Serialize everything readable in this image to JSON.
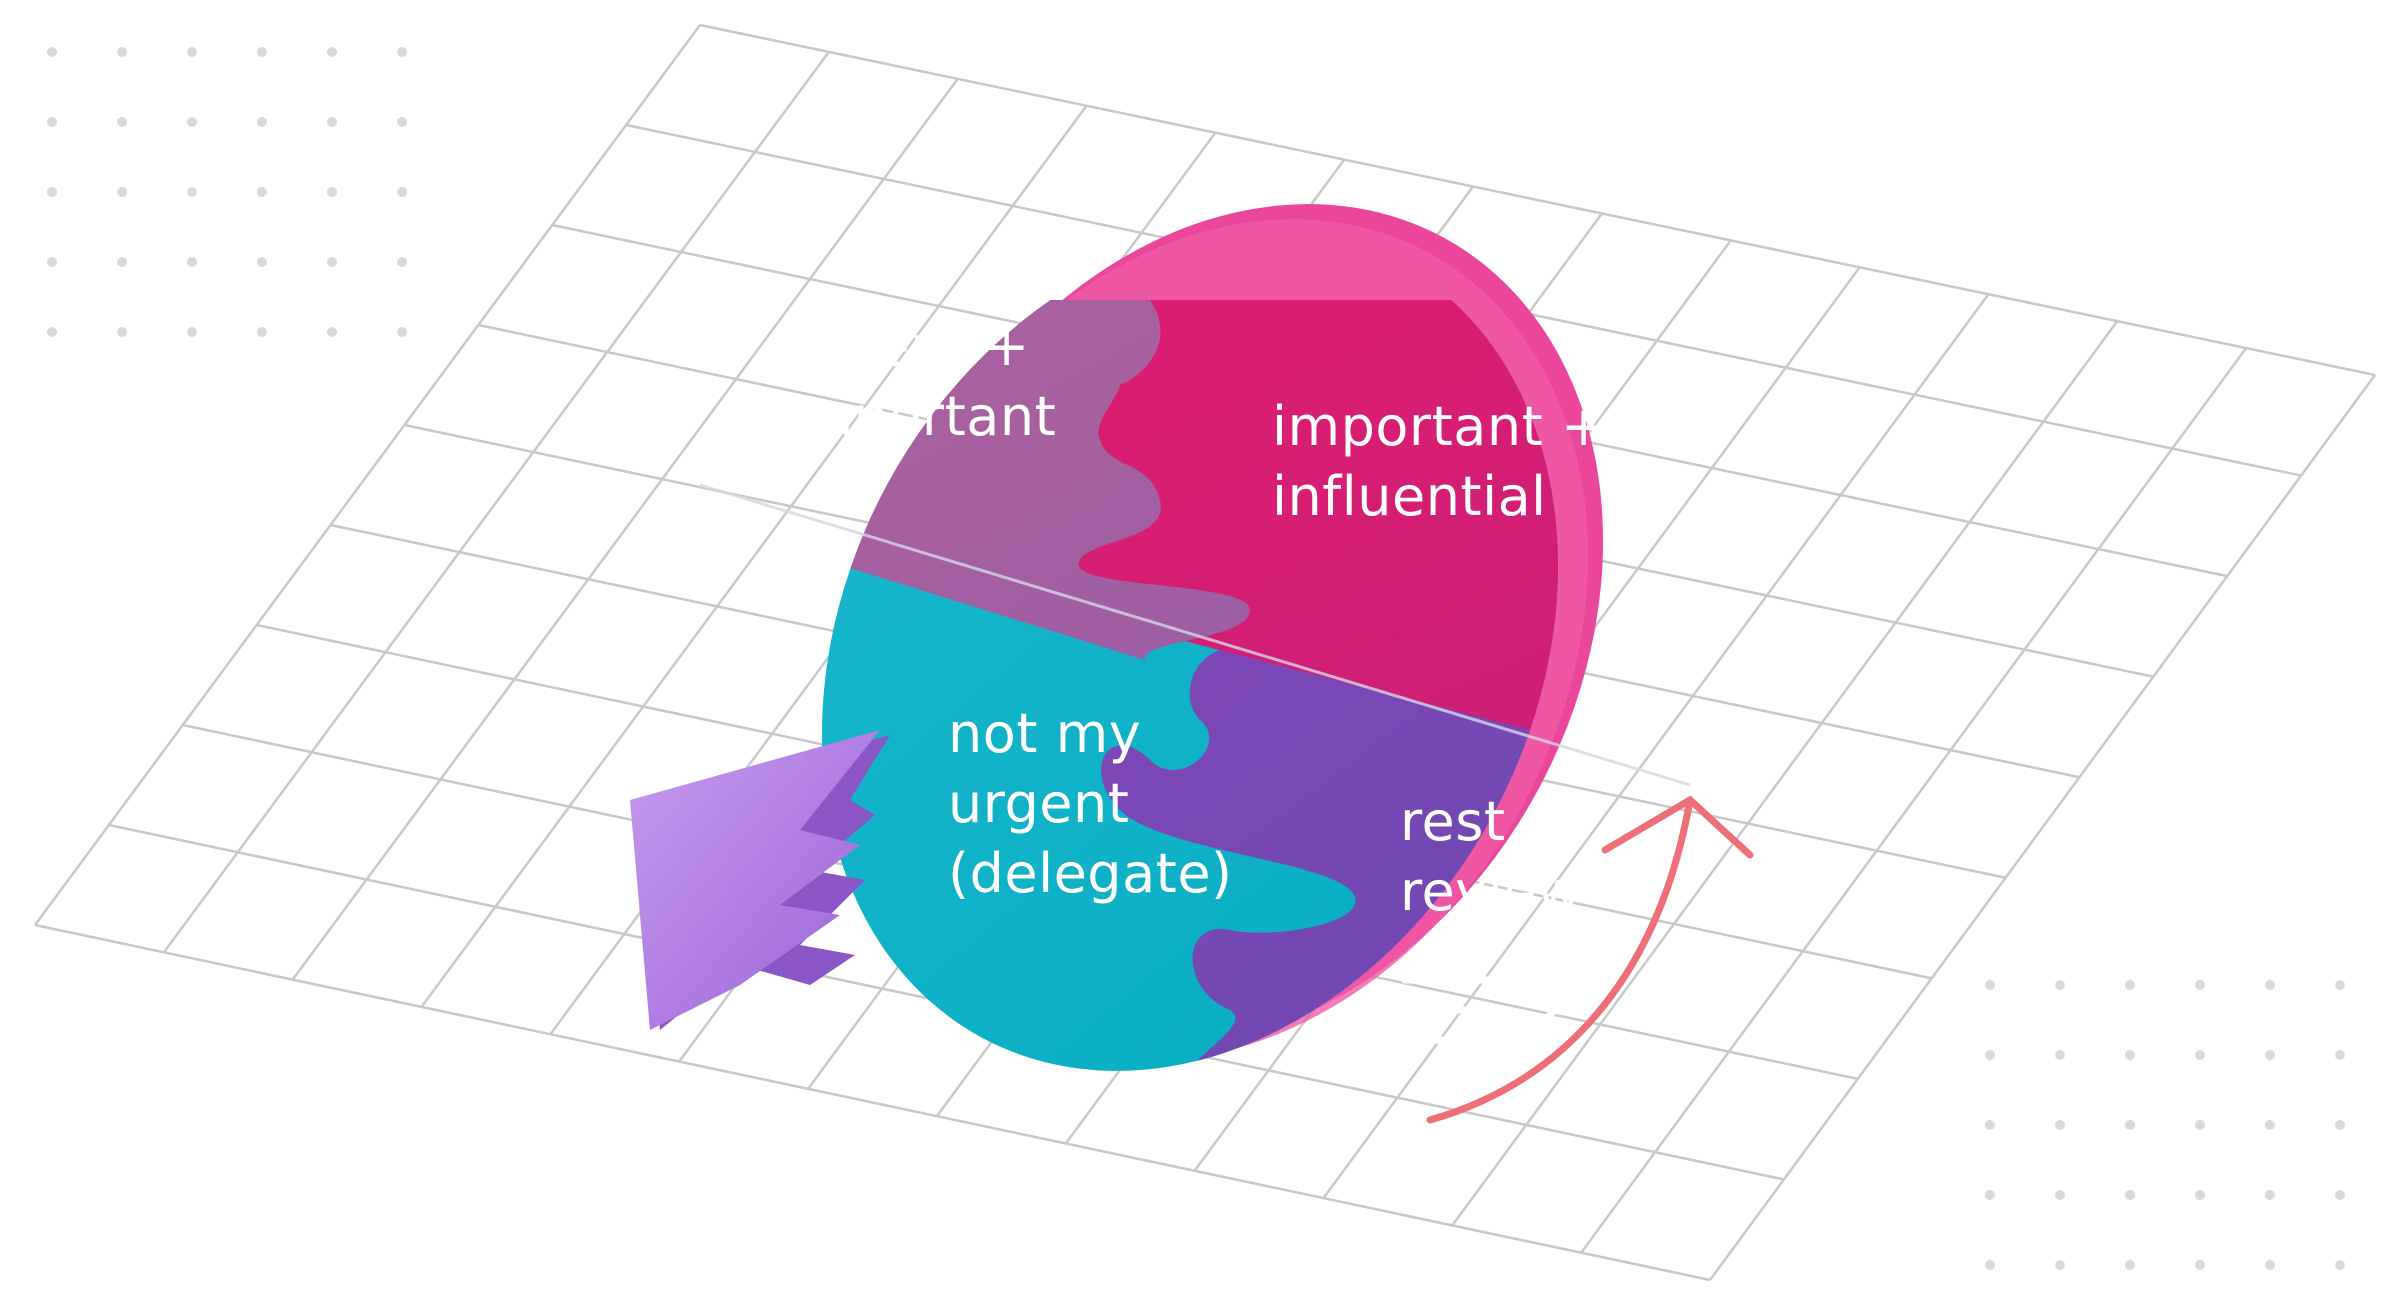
{
  "quadrants": [
    {
      "id": "urgent-important",
      "lines": [
        "urgent +",
        "important"
      ],
      "color": "#A4609C"
    },
    {
      "id": "important-influential",
      "lines": [
        "important +",
        "influential"
      ],
      "color": "#D01F72"
    },
    {
      "id": "not-my-urgent",
      "lines": [
        "not my",
        "urgent",
        "(delegate)"
      ],
      "color": "#00AEC7"
    },
    {
      "id": "rest-review",
      "lines": [
        "rest +",
        "review"
      ],
      "color": "#7249B2"
    }
  ],
  "icons": {
    "checklist": "checklist-icon",
    "cursor": "cursor-arrow-icon"
  },
  "colors": {
    "background": "#FFFFFF",
    "grid": "#C8C8C8",
    "dots": "#D9D9DD",
    "disc_rim_top": "#E9469C",
    "disc_rim_bottom": "#1CB7C9",
    "accent_arrow": "#EE6E7A",
    "cursor": "#B88AE6"
  }
}
